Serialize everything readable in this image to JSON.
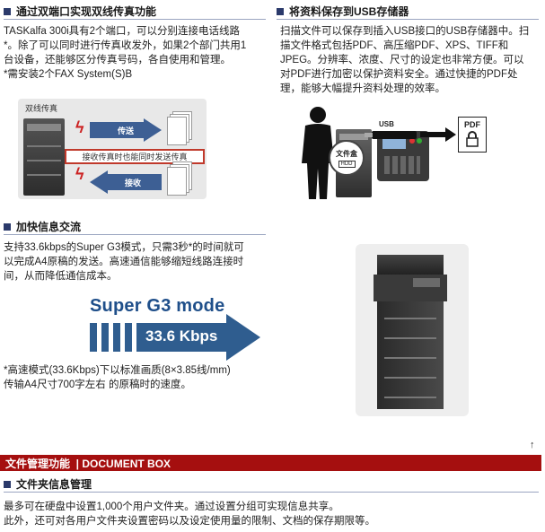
{
  "fax": {
    "heading": "通过双端口实现双线传真功能",
    "lines": [
      "TASKalfa 300i具有2个端口，可以分别连接电话线路",
      "*。除了可以同时进行传真收发外，如果2个部门共用1",
      "台设备，还能够区分传真号码，各自使用和管理。",
      "*需安装2个FAX System(S)B"
    ],
    "illustration": {
      "caption": "双线传真",
      "send_label": "传送",
      "receive_label": "接收",
      "note": "接收传真时也能同时发送传真"
    }
  },
  "usb": {
    "heading": "将资料保存到USB存储器",
    "lines": [
      "扫描文件可以保存到插入USB接口的USB存储器中。扫",
      "描文件格式包括PDF、高压缩PDF、XPS、TIFF和",
      "JPEG。分辨率、浓度、尺寸的设定也非常方便。可以",
      "对PDF进行加密以保护资料安全。通过快捷的PDF处",
      "理，能够大幅提升资料处理的效率。"
    ],
    "illustration": {
      "usb_label": "USB",
      "pdf_label": "PDF",
      "folder_label": "文件盒",
      "hdd_label": "HDD"
    }
  },
  "speed": {
    "heading": "加快信息交流",
    "lines": [
      "支持33.6kbps的Super G3模式，只需3秒*的时间就可",
      "以完成A4原稿的发送。高速通信能够缩短线路连接时",
      "间，从而降低通信成本。"
    ],
    "graphic": {
      "title": "Super G3 mode",
      "rate": "33.6 Kbps"
    },
    "notes": [
      "*高速模式(33.6Kbps)下以标准画质(8×3.85线/mm)",
      "传输A4尺寸700字左右 的原稿时的速度。"
    ]
  },
  "back_to_top": "↑",
  "document_box": {
    "bar_label": "文件管理功能  | DOCUMENT BOX",
    "sub_heading": "文件夹信息管理",
    "lines": [
      "最多可在硬盘中设置1,000个用户文件夹。通过设置分组可实现信息共享。",
      "此外，还可对各用户文件夹设置密码以及设定使用量的限制、文档的保存期限等。"
    ]
  },
  "colors": {
    "accent_bar": "#a50f0f",
    "heading_square": "#2b3a6b",
    "graphic_blue": "#1f4f8a"
  }
}
